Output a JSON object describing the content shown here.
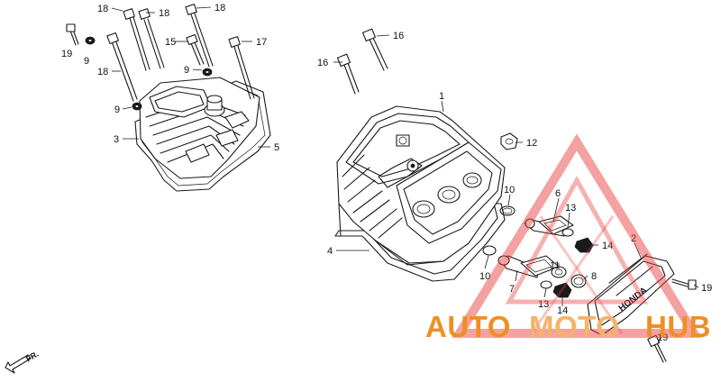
{
  "callouts": {
    "c1": "1",
    "c2": "2",
    "c3": "3",
    "c4": "4",
    "c5": "5",
    "c6": "6",
    "c7": "7",
    "c8": "8",
    "c9a": "9",
    "c9b": "9",
    "c9c": "9",
    "c10a": "10",
    "c10b": "10",
    "c11": "11",
    "c12": "12",
    "c13a": "13",
    "c13b": "13",
    "c14a": "14",
    "c14b": "14",
    "c15": "15",
    "c16a": "16",
    "c16b": "16",
    "c17": "17",
    "c18a": "18",
    "c18b": "18",
    "c18c": "18",
    "c18d": "18",
    "c19a": "19",
    "c19b": "19",
    "c19c": "19"
  },
  "direction_label": "FR.",
  "cover_brand": "HONDA",
  "watermark": {
    "part1": "AUTO",
    "part2": "MOTO",
    "part3": "HUB",
    "color_dark": "#ee8f24",
    "color_light": "#f5b26a",
    "logo_color": "#e8403f"
  }
}
